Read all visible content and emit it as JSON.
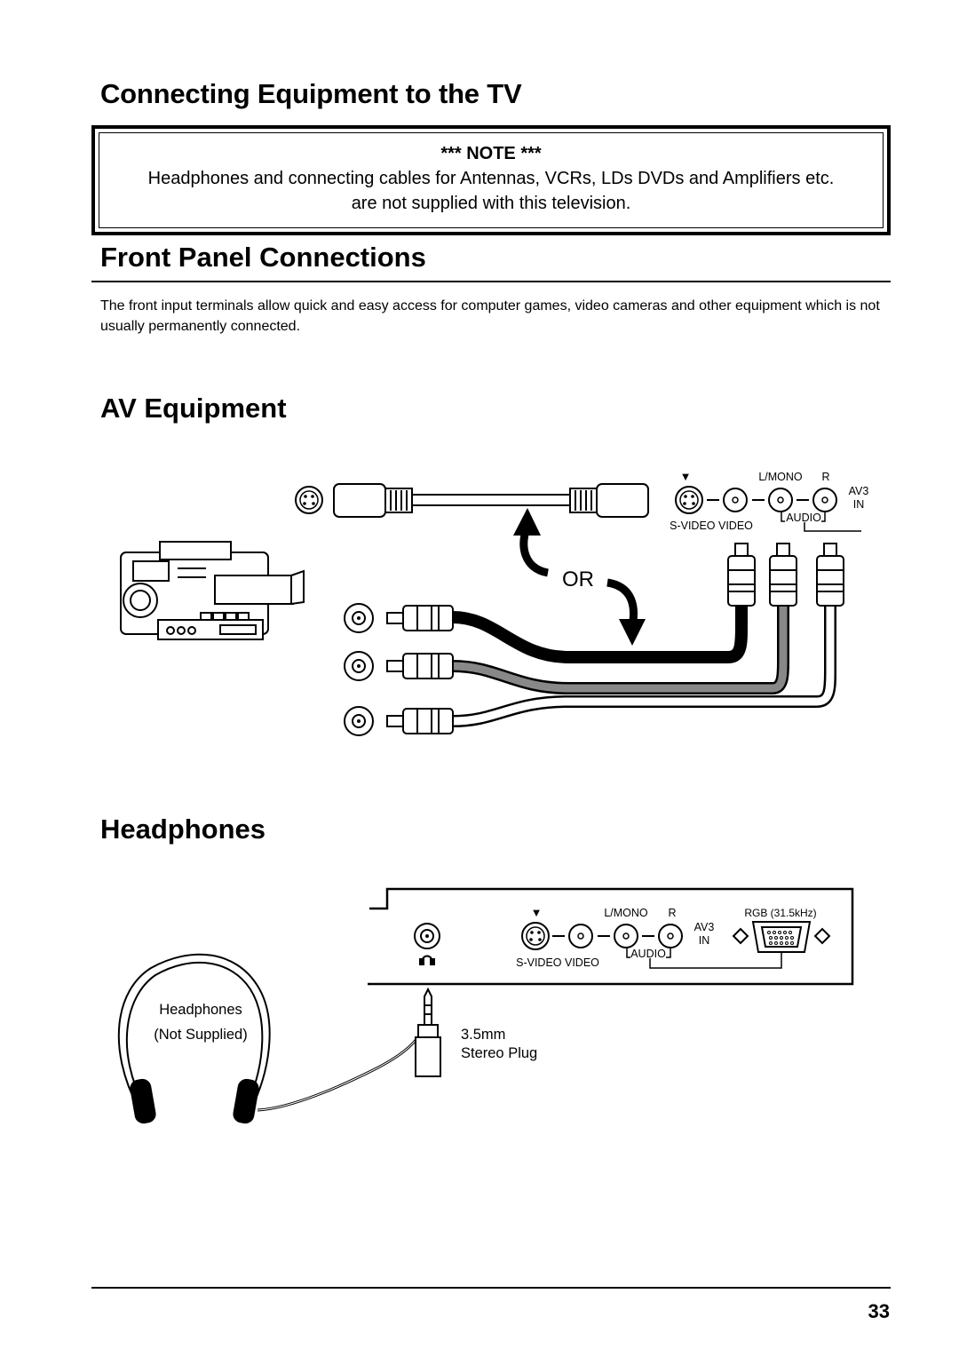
{
  "headings": {
    "main": "Connecting Equipment to the TV",
    "front_panel": "Front Panel Connections",
    "av_equipment": "AV Equipment",
    "headphones": "Headphones"
  },
  "note": {
    "title": "*** NOTE ***",
    "line1": "Headphones and connecting cables for Antennas, VCRs, LDs DVDs and Amplifiers etc.",
    "line2": "are not supplied with this television."
  },
  "intro_text": "The front input terminals allow quick and easy access for computer games, video cameras and other equipment which is not usually permanently connected.",
  "av_diagram": {
    "label_lmono": "L/MONO",
    "label_r": "R",
    "label_av3": "AV3",
    "label_in": "IN",
    "label_audio": "AUDIO",
    "label_svideo_video": "S-VIDEO VIDEO",
    "label_or": "OR"
  },
  "headphones_diagram": {
    "label_lmono": "L/MONO",
    "label_r": "R",
    "label_rgb": "RGB (31.5kHz)",
    "label_av3": "AV3",
    "label_in": "IN",
    "label_audio": "AUDIO",
    "label_svideo_video": "S-VIDEO VIDEO",
    "headphones_label": "Headphones",
    "not_supplied": "(Not Supplied)",
    "plug_size": "3.5mm",
    "plug_type": "Stereo Plug"
  },
  "page_number": "33"
}
